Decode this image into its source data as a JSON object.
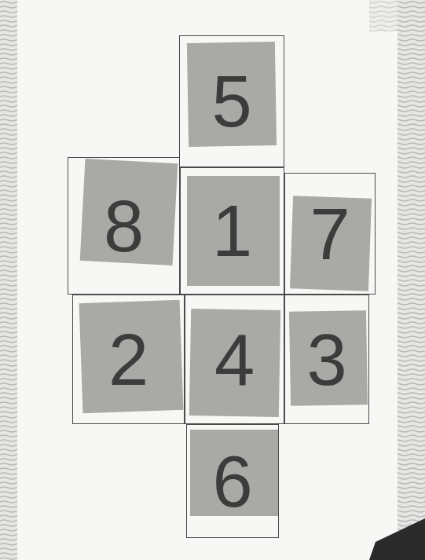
{
  "diagram": {
    "nodes": [
      {
        "text": [
          "5"
        ]
      },
      {
        "text": [
          "8"
        ]
      },
      {
        "text": [
          "1"
        ]
      },
      {
        "text": [
          "7"
        ]
      },
      {
        "text": [
          "2"
        ]
      },
      {
        "text": [
          "4"
        ]
      },
      {
        "text": [
          "3"
        ]
      },
      {
        "text": [
          "6"
        ]
      }
    ]
  }
}
